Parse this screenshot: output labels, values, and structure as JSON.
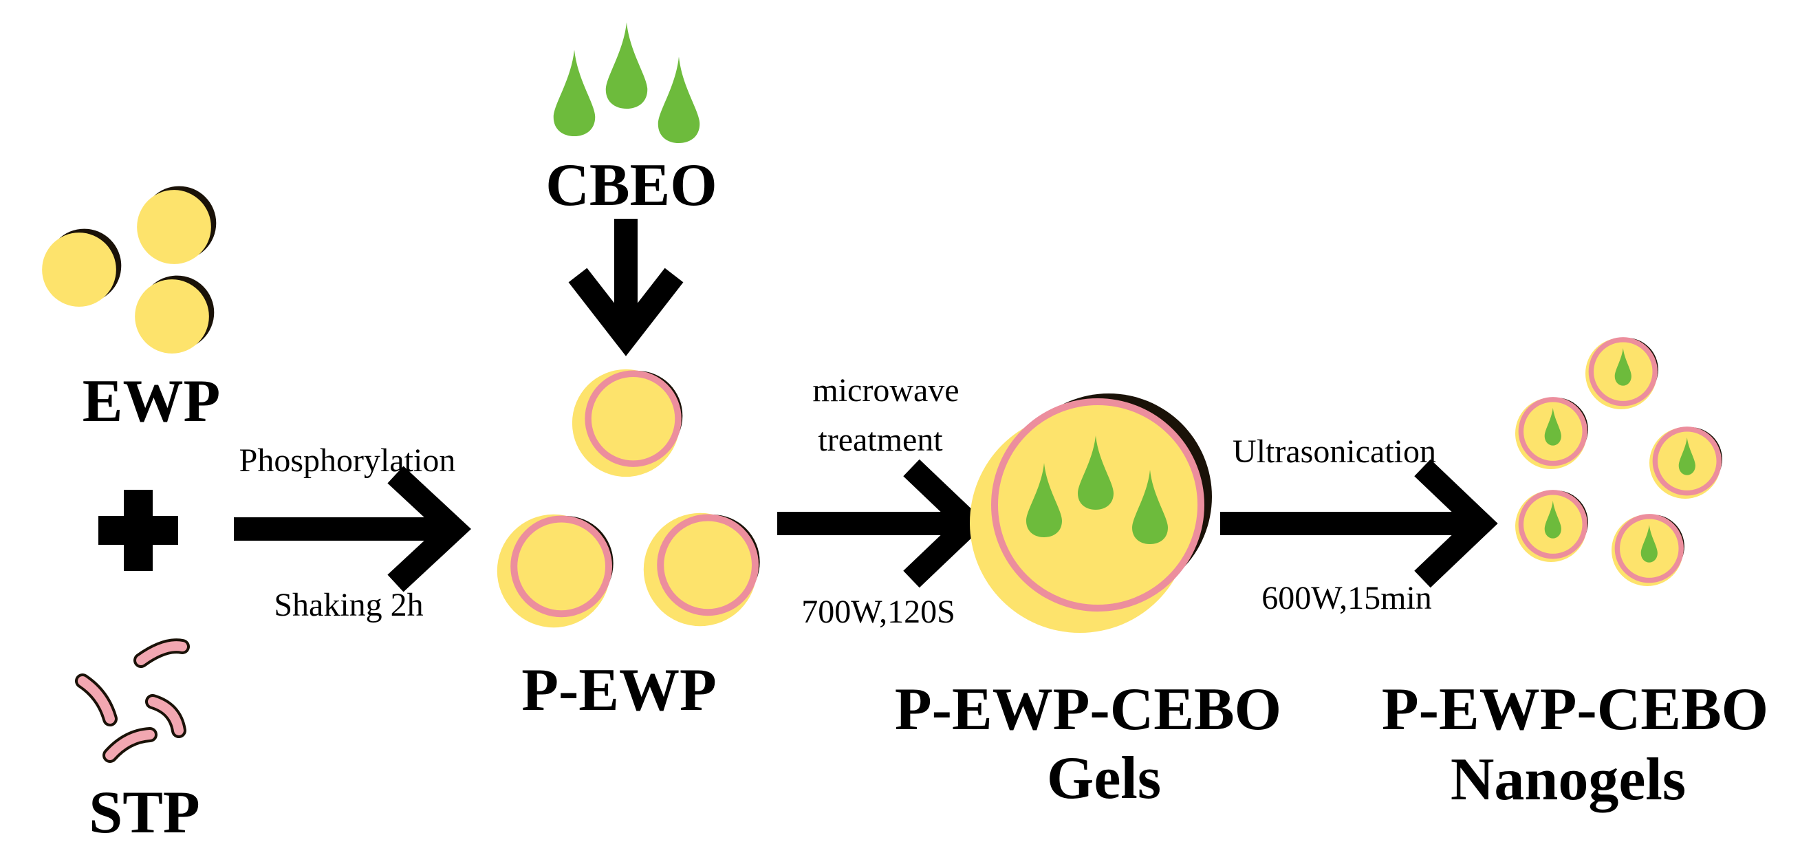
{
  "colors": {
    "particle_fill": "#fde36c",
    "particle_shadow": "#1a1208",
    "shell_ring": "#ec8e9d",
    "oil_drop": "#6dbb3c",
    "stp_fragment": "#f2a7b1",
    "arrow": "#000000"
  },
  "icons": {
    "plus": "plus-icon",
    "down_arrow": "arrow-down-icon",
    "right_arrow": "arrow-right-icon",
    "drop": "droplet-icon"
  },
  "labels": {
    "ewp": "EWP",
    "stp": "STP",
    "cbeo": "CBEO",
    "pewp": "P-EWP",
    "gels_line1": "P-EWP-CEBO",
    "gels_line2": "Gels",
    "nano_line1": "P-EWP-CEBO",
    "nano_line2": "Nanogels"
  },
  "steps": {
    "step1_top": "Phosphorylation",
    "step1_bottom": "Shaking 2h",
    "step2_top_line1": "microwave",
    "step2_top_line2": "treatment",
    "step2_bottom": "700W,120S",
    "step3_top": "Ultrasonication",
    "step3_bottom": "600W,15min"
  }
}
